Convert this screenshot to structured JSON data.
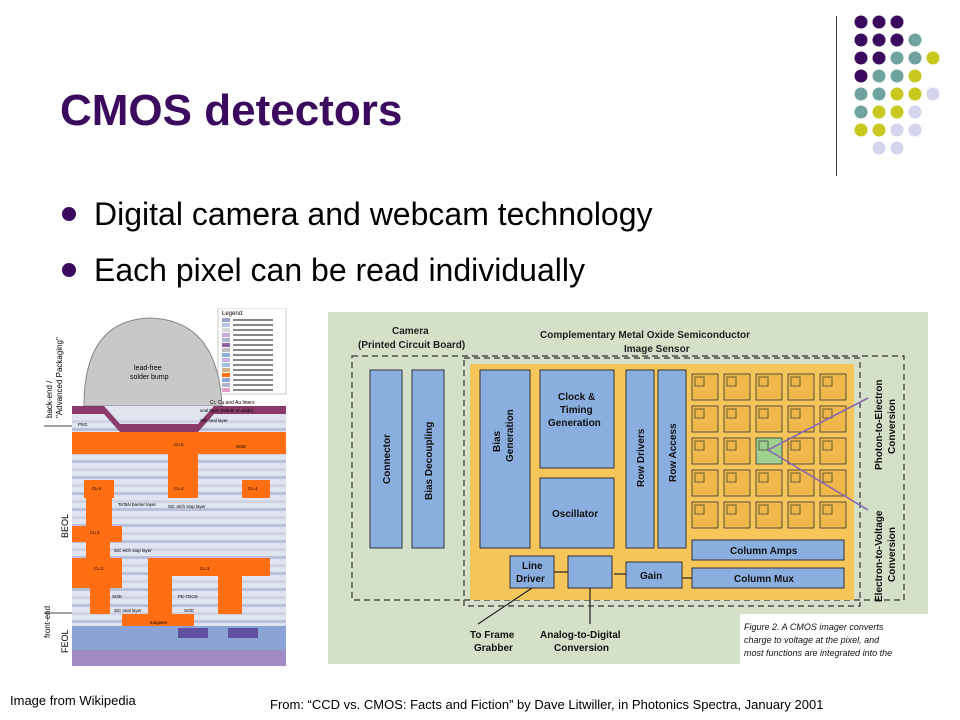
{
  "slide": {
    "title": "CMOS detectors",
    "bullets": [
      "Digital camera and webcam technology",
      "Each pixel can be read individually"
    ],
    "caption_left": "Image from Wikipedia",
    "caption_right": "From: “CCD vs. CMOS: Facts and Fiction” by Dave Litwiller, in Photonics Spectra, January 2001"
  },
  "colors": {
    "purple": "#3b0a5e",
    "teal": "#6fa3a0",
    "yellow": "#c8c81e",
    "lavender": "#d4d4ec",
    "orange": "#ff6e10",
    "diagram_bg": "#d5e0c8",
    "chip_bg": "#f7c65a",
    "block_blue": "#8aaee0"
  },
  "cross_section": {
    "side_labels": {
      "back_end": "back-end /",
      "advanced_packaging": "\"Advanced Packaging\"",
      "beol": "BEOL",
      "front_end": "front-end",
      "feol": "FEOL"
    },
    "legend_title": "Legend:",
    "bump_label_1": "lead-free",
    "bump_label_2": "solder bump",
    "liner_label": "Cr, Cu and Au liners",
    "layer_labels": {
      "seal": "seal layer (nitride or oxide)",
      "sin_seal": "SiN seal layer",
      "psg": "PSG",
      "cu5": "Cu 5",
      "sod1": "SOD",
      "cu4a": "Cu 4",
      "cu4b": "Cu 4",
      "cu4c": "Cu 4",
      "tatin": "TaTaN barrier layer",
      "sic_etch": "SiC etch stop layer",
      "cu3": "Cu 3",
      "sic_etch2": "SiC etch stop layer",
      "cu2a": "Cu 2",
      "cu2b": "Cu 2",
      "sod2": "SOD",
      "petcos": "PE-TEOS",
      "sic_seal": "SiC seal layer",
      "sod3": "SOD",
      "tungsten": "tungsten"
    }
  },
  "diagram": {
    "camera_label_1": "Camera",
    "camera_label_2": "(Printed Circuit Board)",
    "sensor_label_1": "Complementary Metal Oxide Semiconductor",
    "sensor_label_2": "Image Sensor",
    "connector": "Connector",
    "bias_decoupling": "Bias Decoupling",
    "bias_generation_1": "Bias",
    "bias_generation_2": "Generation",
    "clock_1": "Clock &",
    "clock_2": "Timing",
    "clock_3": "Generation",
    "oscillator": "Oscillator",
    "row_drivers": "Row Drivers",
    "row_access": "Row Access",
    "column_amps": "Column Amps",
    "column_mux": "Column Mux",
    "line_driver_1": "Line",
    "line_driver_2": "Driver",
    "gain": "Gain",
    "frame_grabber_1": "To Frame",
    "frame_grabber_2": "Grabber",
    "adc_1": "Analog-to-Digital",
    "adc_2": "Conversion",
    "photon_1": "Photon-to-Electron",
    "photon_2": "Conversion",
    "electron_1": "Electron-to-Voltage",
    "electron_2": "Conversion",
    "fig_line_1": "Figure 2. A CMOS imager converts",
    "fig_line_2": "charge to voltage at the pixel, and",
    "fig_line_3": "most functions are integrated into the"
  }
}
